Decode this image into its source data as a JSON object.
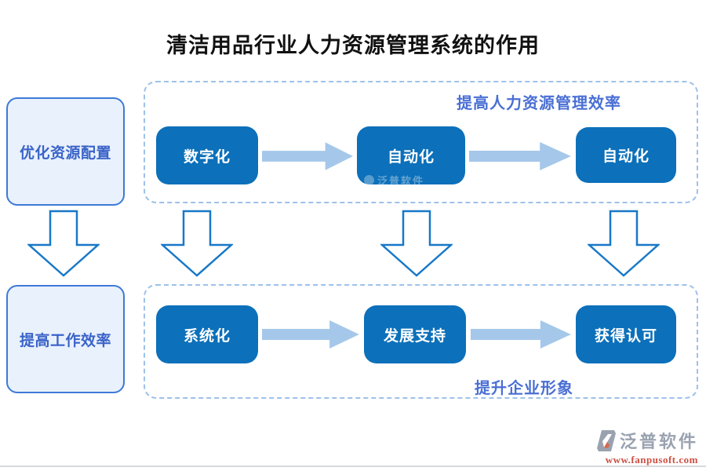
{
  "title": "清洁用品行业人力资源管理系统的作用",
  "left_column": {
    "top_box": "优化资源配置",
    "bottom_box": "提高工作效率"
  },
  "top_group": {
    "label": "提高人力资源管理效率",
    "steps": [
      "数字化",
      "自动化",
      "自动化"
    ]
  },
  "bottom_group": {
    "label": "提升企业形象",
    "steps": [
      "系统化",
      "发展支持",
      "获得认可"
    ]
  },
  "watermark": "泛普软件",
  "footer": {
    "brand": "泛普软件",
    "url": "www.fanpusoft.com"
  },
  "colors": {
    "step_box_blue": "#0c70ba",
    "flow_arrow_light_blue": "#a5c8ea",
    "hollow_arrow_blue": "#1878c8",
    "label_blue": "#4a6fd4",
    "soft_panel_fill": "#e9f1fc",
    "soft_panel_border": "#3d7ad8",
    "dashed_border": "#9ec1ea"
  }
}
